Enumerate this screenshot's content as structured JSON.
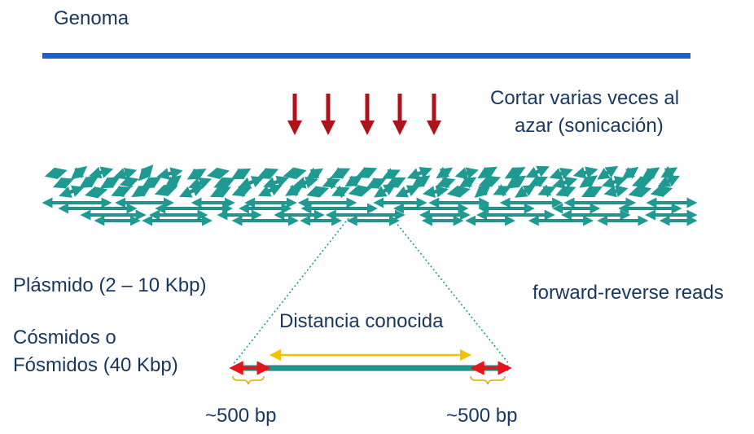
{
  "labels": {
    "genome": "Genoma",
    "cut_line1": "Cortar varias veces al",
    "cut_line2": "azar (sonicación)",
    "plasmid": "Plásmido (2 – 10 Kbp)",
    "cosmid_line1": "Cósmidos o",
    "cosmid_line2": "Fósmidos (40 Kbp)",
    "reads": "forward-reverse reads",
    "known_distance": "Distancia conocida",
    "bp_left": "~500 bp",
    "bp_right": "~500 bp"
  },
  "colors": {
    "text": "#17375e",
    "genome_bar": "#1f5fc8",
    "cut_arrow": "#b0121b",
    "fragment": "#1f9a93",
    "fragment_edge": "#0f5e5a",
    "read_arrow": "#e5141c",
    "known_distance_arrow": "#f2c200",
    "brace": "#e0a800"
  },
  "diagram": {
    "cut_arrow_count": 5,
    "fragment_rows": 5
  }
}
